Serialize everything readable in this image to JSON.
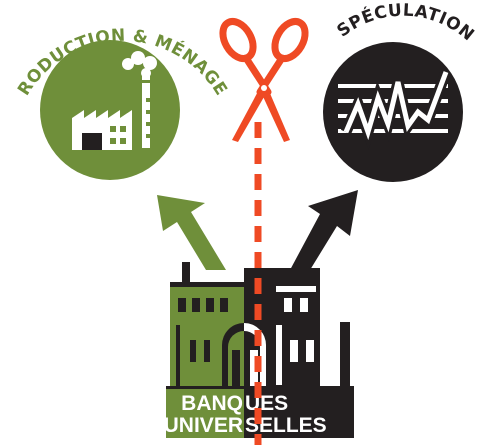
{
  "labels": {
    "production": "PRODUCTION & MÉNAGES",
    "speculation": "SPÉCULATION",
    "bank_line1_left": "BANQ",
    "bank_line1_right": "UES",
    "bank_line2_left": "UNIVER",
    "bank_line2_right": "SELLES"
  },
  "colors": {
    "green": "#6f8f3a",
    "black": "#231f20",
    "red": "#ef4a24",
    "white": "#ffffff"
  },
  "icons": {
    "left_circle": "factory-icon",
    "right_circle": "stock-chart-icon",
    "center": "scissors-icon",
    "bank": "bank-building-icon"
  }
}
